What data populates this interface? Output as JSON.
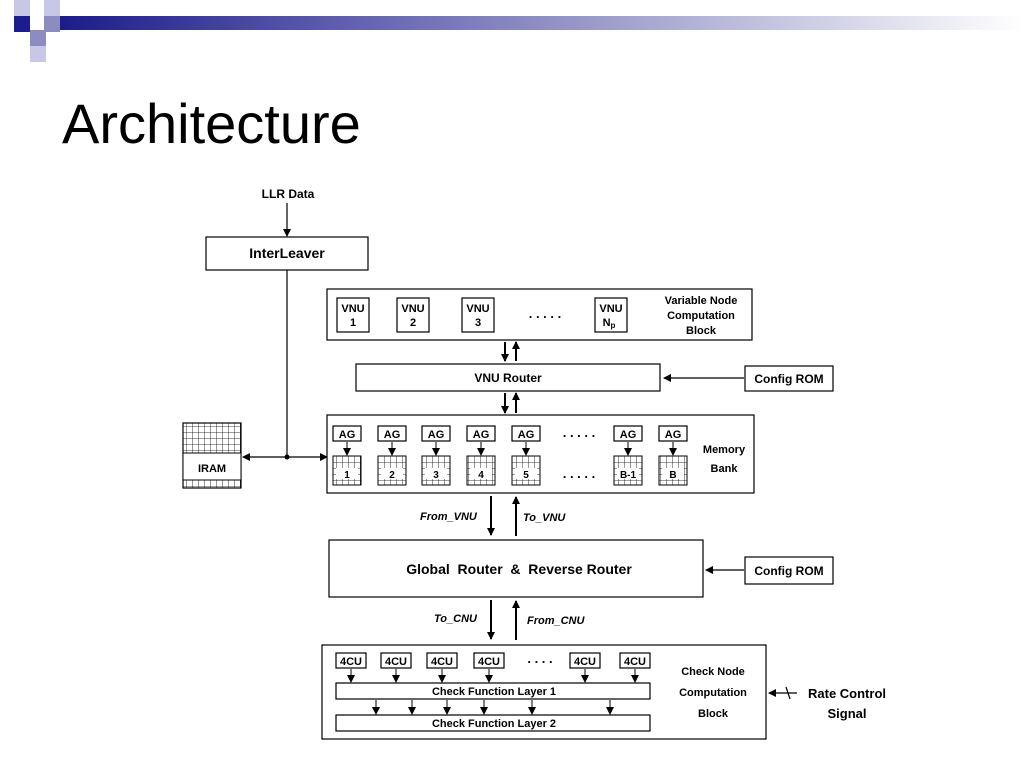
{
  "slide": {
    "title": "Architecture",
    "accent_color": "#1c1c8c"
  },
  "diagram": {
    "llr_label": "LLR Data",
    "interleaver_label": "InterLeaver",
    "vnu_block": {
      "units": [
        {
          "top": "VNU",
          "bottom": "1"
        },
        {
          "top": "VNU",
          "bottom": "2"
        },
        {
          "top": "VNU",
          "bottom": "3"
        }
      ],
      "last_unit": {
        "top": "VNU",
        "bottom": "N",
        "sub": "p"
      },
      "dots": ". . . . .",
      "caption": [
        "Variable Node",
        "Computation",
        "Block"
      ]
    },
    "vnu_router_label": "VNU Router",
    "config_rom_label": "Config ROM",
    "iram_label": "IRAM",
    "memory": {
      "ag_label": "AG",
      "banks": [
        "1",
        "2",
        "3",
        "4",
        "5",
        "B-1",
        "B"
      ],
      "dots_top": ". . . . .",
      "dots_bottom": ". . . . .",
      "caption": [
        "Memory",
        "Bank"
      ]
    },
    "from_vnu": "From_VNU",
    "to_vnu": "To_VNU",
    "global_router_label": "Global  Router  &  Reverse Router",
    "to_cnu": "To_CNU",
    "from_cnu": "From_CNU",
    "cnu_block": {
      "unit_label": "4CU",
      "dots": ". . . .",
      "layer1": "Check Function Layer 1",
      "layer2": "Check Function Layer 2",
      "caption": [
        "Check Node",
        "Computation",
        "Block"
      ]
    },
    "rate_control": [
      "Rate Control",
      "Signal"
    ]
  }
}
